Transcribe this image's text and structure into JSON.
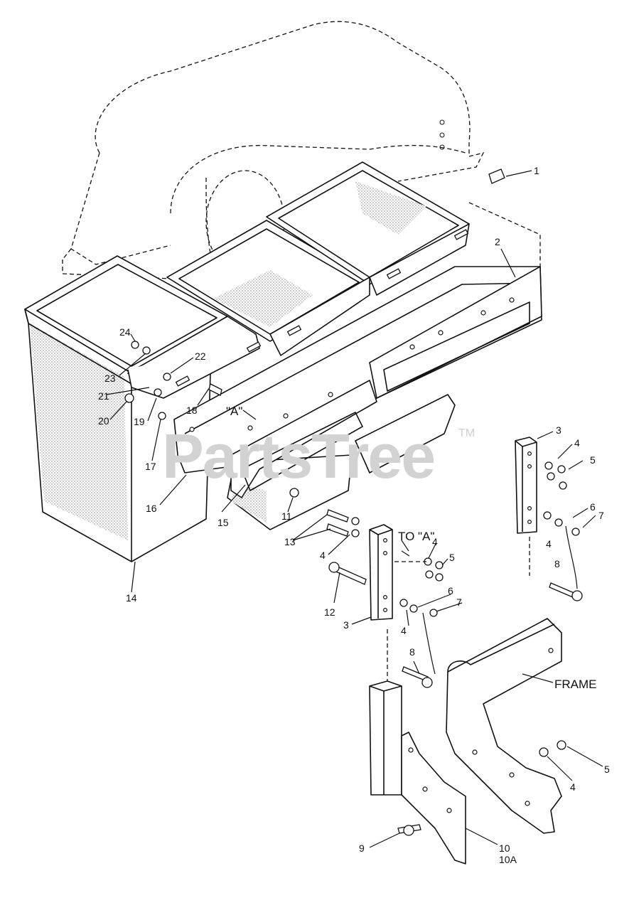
{
  "watermark": {
    "text": "PartsTree",
    "trademark": "TM"
  },
  "callouts": [
    {
      "id": "c1",
      "text": "1"
    },
    {
      "id": "c2",
      "text": "2"
    },
    {
      "id": "c3a",
      "text": "3"
    },
    {
      "id": "c4a",
      "text": "4"
    },
    {
      "id": "c5a",
      "text": "5"
    },
    {
      "id": "c6a",
      "text": "6"
    },
    {
      "id": "c7a",
      "text": "7"
    },
    {
      "id": "c4b",
      "text": "4"
    },
    {
      "id": "c8a",
      "text": "8"
    },
    {
      "id": "c24",
      "text": "24"
    },
    {
      "id": "c22",
      "text": "22"
    },
    {
      "id": "c23",
      "text": "23"
    },
    {
      "id": "c21",
      "text": "21"
    },
    {
      "id": "c20",
      "text": "20"
    },
    {
      "id": "c19",
      "text": "19"
    },
    {
      "id": "c18",
      "text": "18"
    },
    {
      "id": "cA",
      "text": "\"A\""
    },
    {
      "id": "c17",
      "text": "17"
    },
    {
      "id": "c16",
      "text": "16"
    },
    {
      "id": "c15",
      "text": "15"
    },
    {
      "id": "c11",
      "text": "11"
    },
    {
      "id": "c13",
      "text": "13"
    },
    {
      "id": "c4c",
      "text": "4"
    },
    {
      "id": "ctoA",
      "text": "TO \"A\""
    },
    {
      "id": "c4d",
      "text": "4"
    },
    {
      "id": "c5b",
      "text": "5"
    },
    {
      "id": "c6b",
      "text": "6"
    },
    {
      "id": "c7b",
      "text": "7"
    },
    {
      "id": "c12",
      "text": "12"
    },
    {
      "id": "c3b",
      "text": "3"
    },
    {
      "id": "c4e",
      "text": "4"
    },
    {
      "id": "c14",
      "text": "14"
    },
    {
      "id": "c8b",
      "text": "8"
    },
    {
      "id": "cframe",
      "text": "FRAME"
    },
    {
      "id": "c5c",
      "text": "5"
    },
    {
      "id": "c4f",
      "text": "4"
    },
    {
      "id": "c9",
      "text": "9"
    },
    {
      "id": "c10",
      "text": "10"
    },
    {
      "id": "c10a",
      "text": "10A"
    }
  ]
}
